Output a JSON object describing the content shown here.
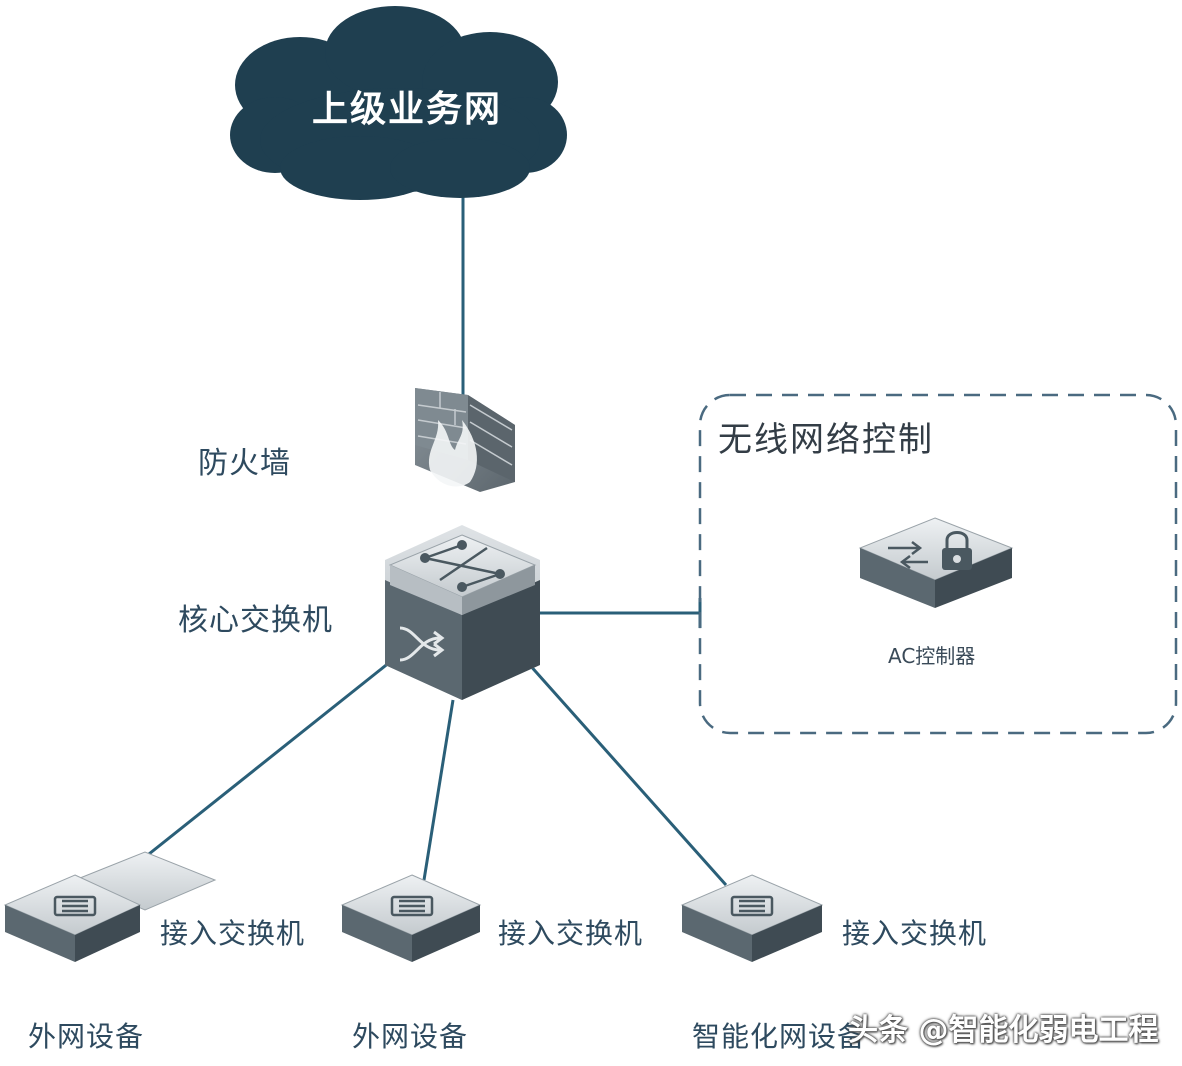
{
  "colors": {
    "cloud": "#1f3f50",
    "link": "#2a5f78",
    "device_top": "#d9dde0",
    "device_side": "#47555f",
    "dashed_border": "#4a6a80"
  },
  "nodes": {
    "cloud": {
      "label": "上级业务网",
      "icon": "cloud-icon"
    },
    "firewall": {
      "label": "防火墙",
      "icon": "firewall-icon"
    },
    "core_switch": {
      "label": "核心交换机",
      "icon": "core-switch-icon"
    },
    "wireless_group": {
      "title": "无线网络控制"
    },
    "ac_controller": {
      "label": "AC控制器",
      "icon": "ac-controller-icon"
    },
    "access_switches": [
      {
        "label": "接入交换机",
        "device_label": "外网设备",
        "icon": "access-switch-icon"
      },
      {
        "label": "接入交换机",
        "device_label": "外网设备",
        "icon": "access-switch-icon"
      },
      {
        "label": "接入交换机",
        "device_label": "智能化网设备",
        "icon": "access-switch-icon"
      }
    ]
  },
  "watermark": "头条 @智能化弱电工程"
}
